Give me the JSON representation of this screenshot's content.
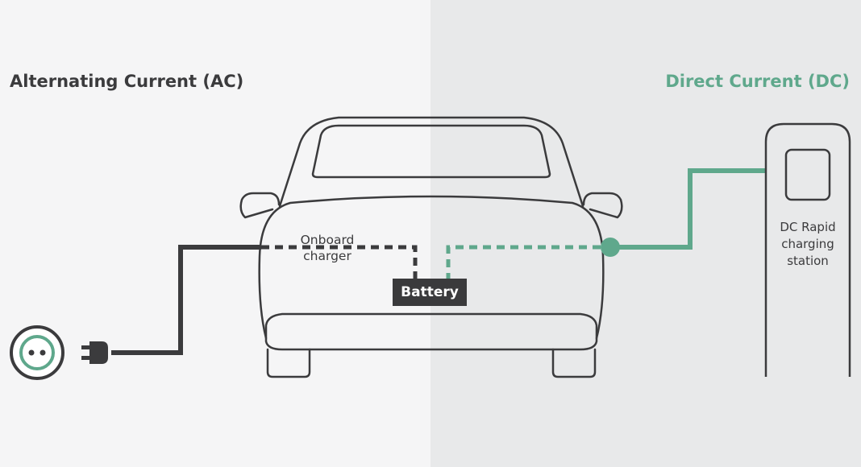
{
  "headings": {
    "ac": "Alternating Current (AC)",
    "dc": "Direct Current (DC)"
  },
  "labels": {
    "onboard_line1": "Onboard",
    "onboard_line2": "charger",
    "battery": "Battery",
    "station_line1": "DC Rapid",
    "station_line2": "charging",
    "station_line3": "station"
  },
  "colors": {
    "ac_line": "#3b3b3d",
    "dc_accent": "#5fa88c",
    "left_bg": "#f5f5f6",
    "right_bg": "#e8e9ea"
  },
  "icons": [
    "wall-socket-icon",
    "plug-icon",
    "car-outline",
    "charging-station-icon"
  ]
}
